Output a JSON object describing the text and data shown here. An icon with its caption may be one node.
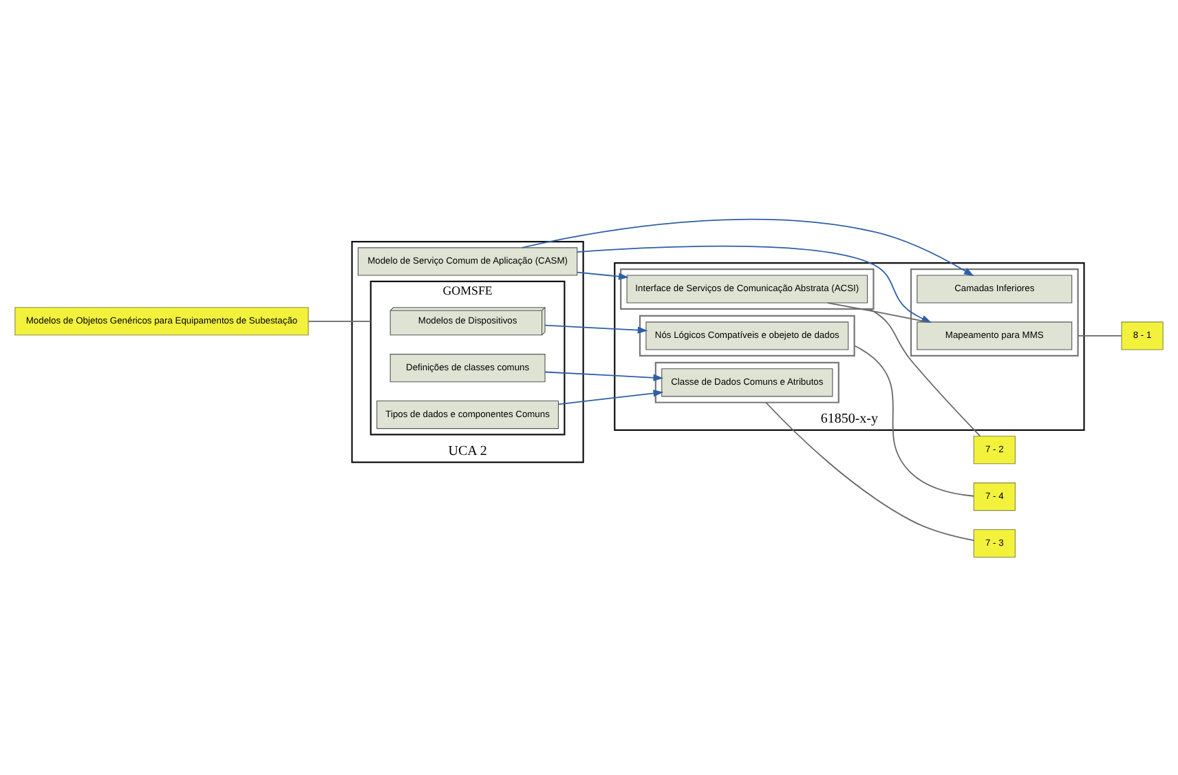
{
  "diagram": {
    "nodes": [
      {
        "text": [
          "Modelos de Objetos Genéricos para Equipamentos de Subestação"
        ]
      },
      {
        "text": [
          "UCA 2"
        ]
      },
      {
        "text": [
          "GOMSFE"
        ],
        "in": 1
      },
      {
        "text": [
          "Modelos de Dispositivos"
        ],
        "in": 2
      },
      {
        "text": [
          "Definições de classes comuns"
        ],
        "in": 2
      },
      {
        "text": [
          "Tipos de dados e componentes Comuns"
        ],
        "in": 2
      },
      {
        "text": [
          "Modelo de Serviço Comum de Aplicação (CASM)"
        ],
        "in": 1
      },
      {
        "text": [
          "61850-x-y"
        ]
      },
      {
        "text": [],
        "shape": "box",
        "in": 7
      },
      {
        "text": [
          "Nós Lógicos Compatíveis e obejeto de dados"
        ],
        "in": 8
      },
      {
        "text": [],
        "shape": "box",
        "in": 7
      },
      {
        "text": [
          "Classe de Dados Comuns e Atributos"
        ],
        "in": 10
      },
      {
        "text": [],
        "shape": "box",
        "in": 7
      },
      {
        "text": [
          "Interface de Serviços de Comunicação Abstrata (ACSI)"
        ],
        "in": 12
      },
      {
        "text": [],
        "shape": "box",
        "in": 7
      },
      {
        "text": [
          "Mapeamento para MMS"
        ],
        "in": 14
      },
      {
        "text": [
          "Camadas Inferiores"
        ],
        "in": 14
      },
      {
        "text": [
          "7 - 4"
        ]
      },
      {
        "text": [
          "7 - 3"
        ]
      },
      {
        "text": [
          "7 - 2"
        ]
      },
      {
        "text": [
          "8 - 1"
        ]
      }
    ],
    "edges": [
      {
        "from": 3,
        "to": 9,
        "arrow": "to"
      },
      {
        "from": 4,
        "to": 11,
        "arrow": "to"
      },
      {
        "from": 5,
        "to": 11,
        "arrow": "to"
      },
      {
        "from": 6,
        "to": 13,
        "arrow": "to"
      },
      {
        "from": 6,
        "to": 15,
        "arrow": "to"
      },
      {
        "from": 6,
        "to": 16,
        "arrow": "to"
      },
      {
        "from": 13,
        "to": 15,
        "arrow": "none"
      },
      {
        "from": 0,
        "to": 2,
        "arrow": "none"
      },
      {
        "from": 8,
        "to": 17,
        "arrow": "none"
      },
      {
        "from": 10,
        "to": 18,
        "arrow": "none"
      },
      {
        "from": 12,
        "to": 19,
        "arrow": "none"
      },
      {
        "from": 14,
        "to": 20,
        "arrow": "none"
      }
    ]
  }
}
